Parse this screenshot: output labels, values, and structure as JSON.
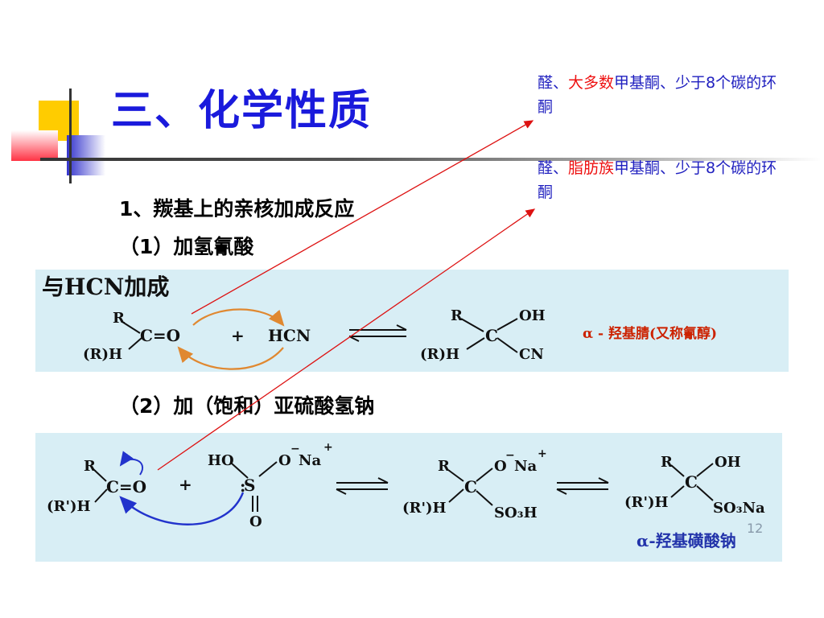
{
  "title": "三、化学性质",
  "section1": "1、羰基上的亲核加成反应",
  "sub1": "（1）加氢氰酸",
  "sub2": "（2）加（饱和）亚硫酸氢钠",
  "note1": {
    "pre": "醛、",
    "highlight": "大多数",
    "post": "甲基酮、少于8个碳的环酮"
  },
  "note2": {
    "pre": "醛、",
    "highlight": "脂肪族",
    "post": "甲基酮、少于8个碳的环酮"
  },
  "reaction1": {
    "heading": "与HCN加成",
    "reactant_r": "R",
    "reactant_rh": "(R)H",
    "carbonyl": "C=O",
    "plus": "+",
    "reagent": "HCN",
    "product_r": "R",
    "product_rh": "(R)H",
    "product_c": "C",
    "product_oh": "OH",
    "product_cn": "CN",
    "product_name": "α - 羟基腈(又称氰醇)"
  },
  "reaction2": {
    "reactant_r": "R",
    "reactant_rh": "(R')H",
    "carbonyl": "C=O",
    "plus": "+",
    "ho": "HO",
    "s": "S",
    "o_bottom": "O",
    "o_minus": "O",
    "na": "Na",
    "mid_r": "R",
    "mid_rh": "(R')H",
    "mid_c": "C",
    "mid_o": "O",
    "mid_na": "Na",
    "mid_so3h": "SO₃H",
    "prod_r": "R",
    "prod_rh": "(R')H",
    "prod_c": "C",
    "prod_oh": "OH",
    "prod_so3na": "SO₃Na",
    "product_name": "α-羟基磺酸钠",
    "page_number": "12"
  },
  "colors": {
    "title": "#1a1adc",
    "highlight": "#ee1111",
    "note": "#1f1fbf",
    "panel": "#d8eef5",
    "pointer": "#dd1111"
  }
}
